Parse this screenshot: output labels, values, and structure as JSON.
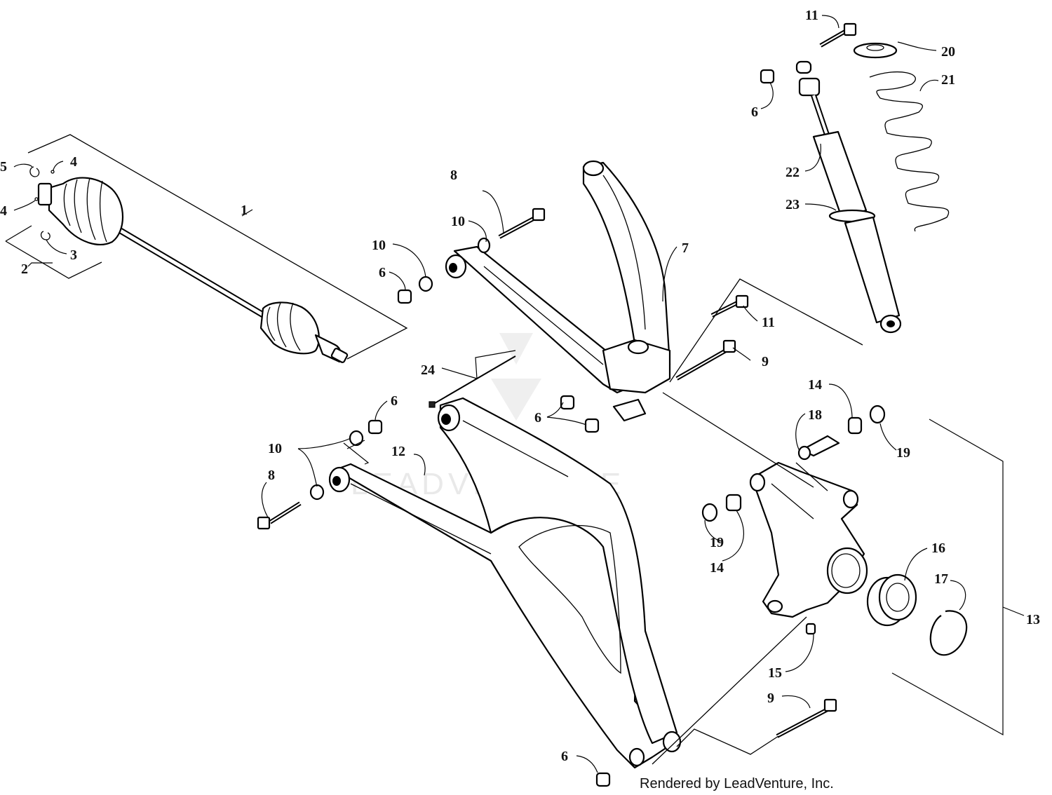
{
  "watermark": "LEADVENTURE",
  "credit": "Rendered by LeadVenture, Inc.",
  "callouts": {
    "c1": "1",
    "c2": "2",
    "c3": "3",
    "c4a": "4",
    "c4b": "4",
    "c5": "5",
    "c6a": "6",
    "c6b": "6",
    "c6c": "6",
    "c6d": "6",
    "c6e": "6",
    "c7": "7",
    "c8a": "8",
    "c8b": "8",
    "c9a": "9",
    "c9b": "9",
    "c10a": "10",
    "c10b": "10",
    "c10c": "10",
    "c11a": "11",
    "c11b": "11",
    "c12": "12",
    "c13": "13",
    "c14a": "14",
    "c14b": "14",
    "c15": "15",
    "c16": "16",
    "c17": "17",
    "c18": "18",
    "c19a": "19",
    "c19b": "19",
    "c20": "20",
    "c21": "21",
    "c22": "22",
    "c23": "23",
    "c24": "24"
  }
}
